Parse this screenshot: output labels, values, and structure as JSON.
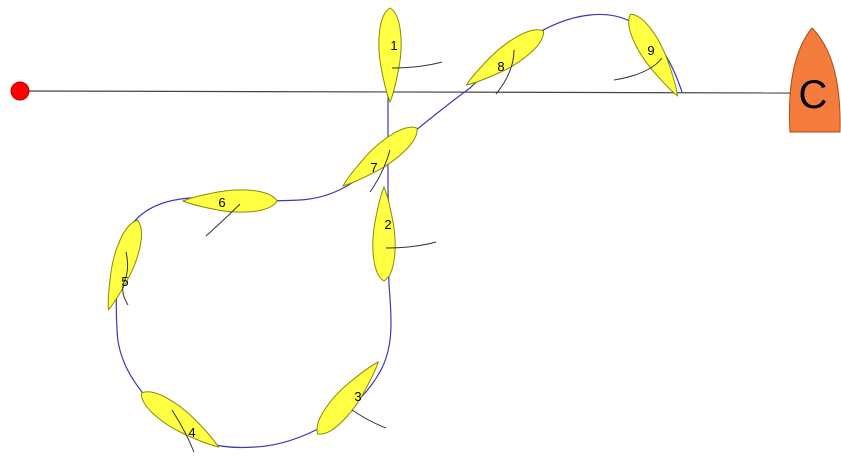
{
  "colors": {
    "background": "#ffffff",
    "boat_fill": "#ffff44",
    "boat_stroke": "#8a8a00",
    "track": "#3a3ab8",
    "start_line": "#444444",
    "pin_mark": "#ff0000",
    "committee_boat_fill": "#f47c3c",
    "committee_boat_stroke": "#b04a10"
  },
  "pin_mark": {
    "icon": "red-circle-mark"
  },
  "committee_boat": {
    "letter": "C",
    "icon": "committee-boat"
  },
  "boats": [
    {
      "number": "1"
    },
    {
      "number": "2"
    },
    {
      "number": "3"
    },
    {
      "number": "4"
    },
    {
      "number": "5"
    },
    {
      "number": "6"
    },
    {
      "number": "7"
    },
    {
      "number": "8"
    },
    {
      "number": "9"
    }
  ]
}
